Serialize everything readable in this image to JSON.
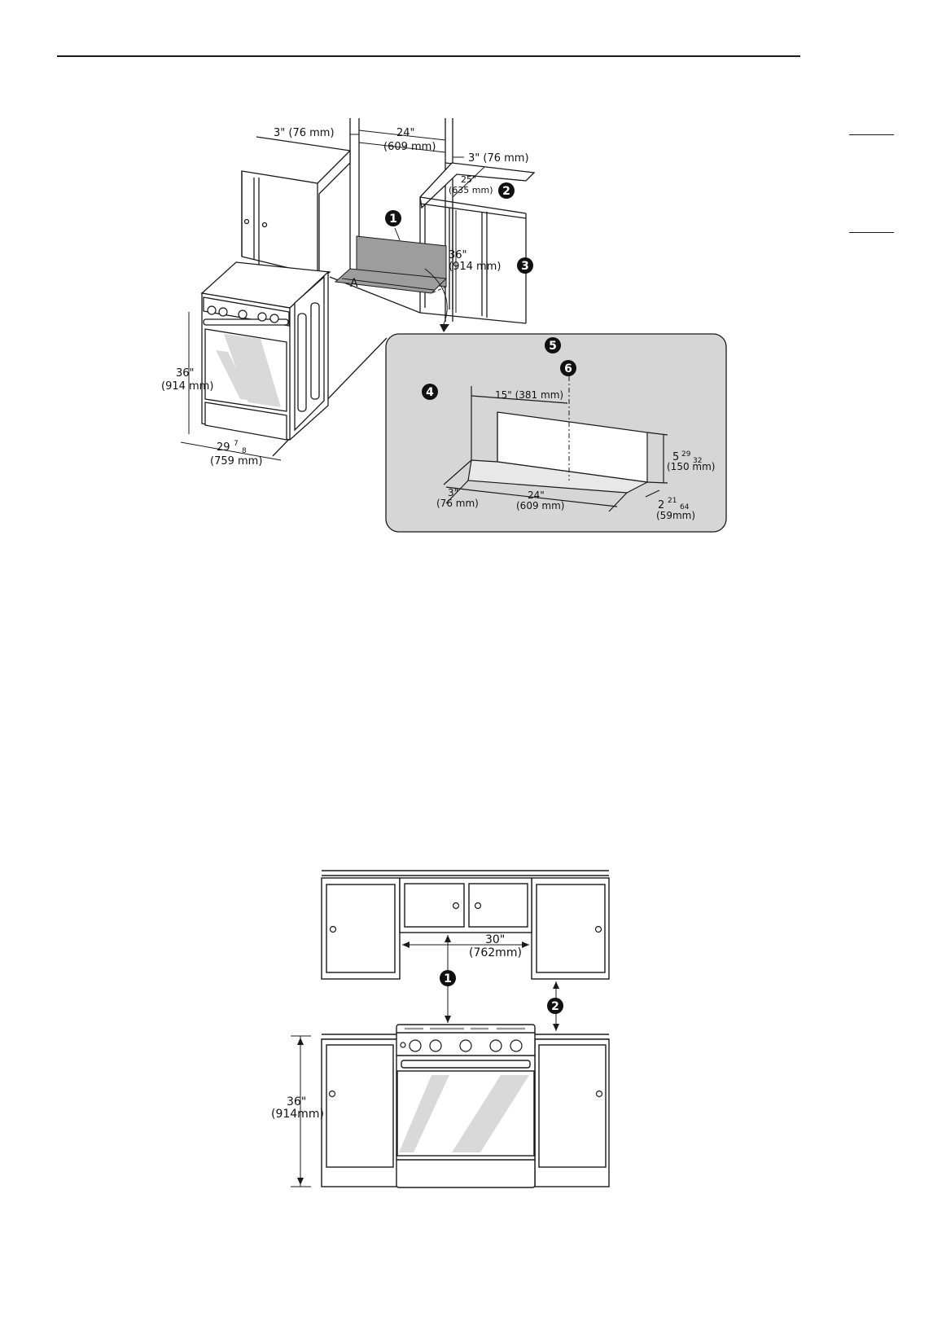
{
  "colors": {
    "line": "#1a1a1a",
    "wall_panel": "#9d9d9d",
    "callout_bg": "#d6d6d6",
    "glass": "#d9d9d9"
  },
  "figure1": {
    "callouts": [
      "1",
      "2",
      "3",
      "4",
      "5",
      "6"
    ],
    "dims": {
      "side_clear_in": "3\" (76 mm)",
      "opening_in": "24\"",
      "opening_mm": "(609 mm)",
      "right_clear": "3\" (76 mm)",
      "depth_in": "25\"",
      "depth_mm": "(635 mm)",
      "wall_h_in": "36\"",
      "wall_h_mm": "(914 mm)",
      "a_label": "A",
      "range_h_in": "36\"",
      "range_h_mm": "(914 mm)",
      "range_w_whole": "29",
      "range_w_num": "7",
      "range_w_den": "8",
      "range_w_mm": "(759 mm)"
    },
    "detail": {
      "center_dist": "15\" (381 mm)",
      "left_in": "3\"",
      "left_mm": "(76 mm)",
      "width_in": "24\"",
      "width_mm": "(609 mm)",
      "height_whole": "5",
      "height_num": "29",
      "height_den": "32",
      "height_mm": "(150 mm)",
      "depth_whole": "2",
      "depth_num": "21",
      "depth_den": "64",
      "depth_mm": "(59mm)"
    }
  },
  "figure2": {
    "callouts": [
      "1",
      "2"
    ],
    "width_in": "30\"",
    "width_mm": "(762mm)",
    "height_in": "36\"",
    "height_mm": "(914mm)"
  }
}
